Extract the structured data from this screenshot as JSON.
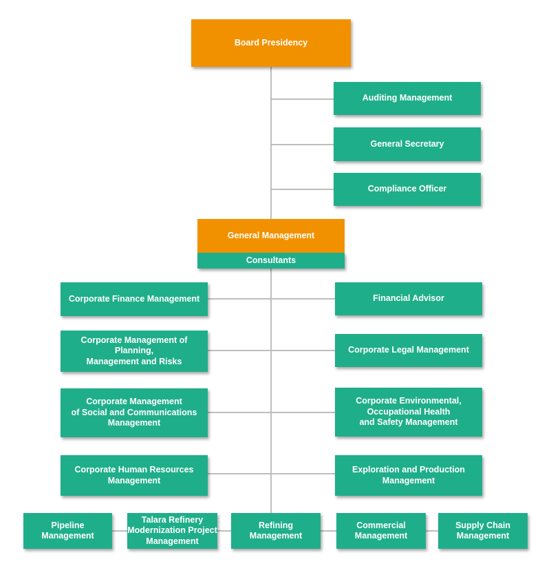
{
  "colors": {
    "accent_orange": "#f29100",
    "node_green": "#1fae8a",
    "connector_gray": "#bdbdbd"
  },
  "org": {
    "board": "Board Presidency",
    "board_units": [
      "Auditing Management",
      "General Secretary",
      "Compliance Officer"
    ],
    "general_management": "General Management",
    "consultants": "Consultants",
    "left_units": [
      "Corporate Finance Management",
      "Corporate Management of Planning,\nManagement and Risks",
      "Corporate Management\nof Social and Communications\nManagement",
      "Corporate Human Resources\nManagement"
    ],
    "right_units": [
      "Financial Advisor",
      "Corporate Legal Management",
      "Corporate Environmental,\nOccupational Health\nand Safety Management",
      "Exploration and Production\nManagement"
    ],
    "bottom_units": [
      "Pipeline\nManagement",
      "Talara Refinery\nModernization Project\nManagement",
      "Refining\nManagement",
      "Commercial\nManagement",
      "Supply Chain\nManagement"
    ]
  }
}
